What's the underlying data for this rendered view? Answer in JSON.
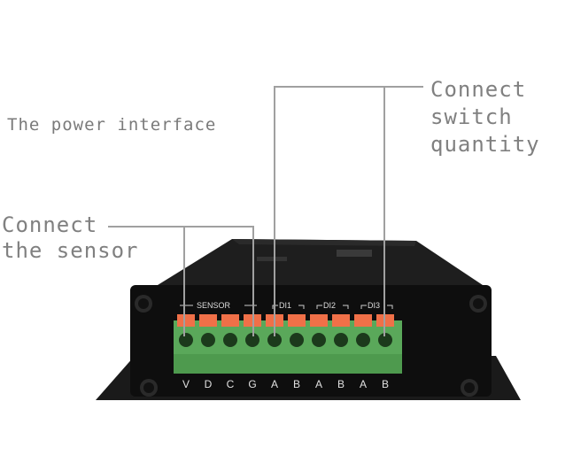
{
  "annotations": {
    "power_interface": "The power interface",
    "connect_sensor": [
      "Connect",
      "the sensor"
    ],
    "connect_switch": [
      "Connect",
      "switch",
      "quantity"
    ]
  },
  "device": {
    "group_labels": [
      "SENSOR",
      "DI1",
      "DI2",
      "DI3"
    ],
    "terminal_labels": [
      "V",
      "D",
      "C",
      "G",
      "A",
      "B",
      "A",
      "B",
      "A",
      "B"
    ],
    "colors": {
      "body": "#0e0e0e",
      "terminal_block": "#5aa85a",
      "terminal_tabs": "#f07048",
      "callout_lines": "#a0a0a0"
    }
  }
}
